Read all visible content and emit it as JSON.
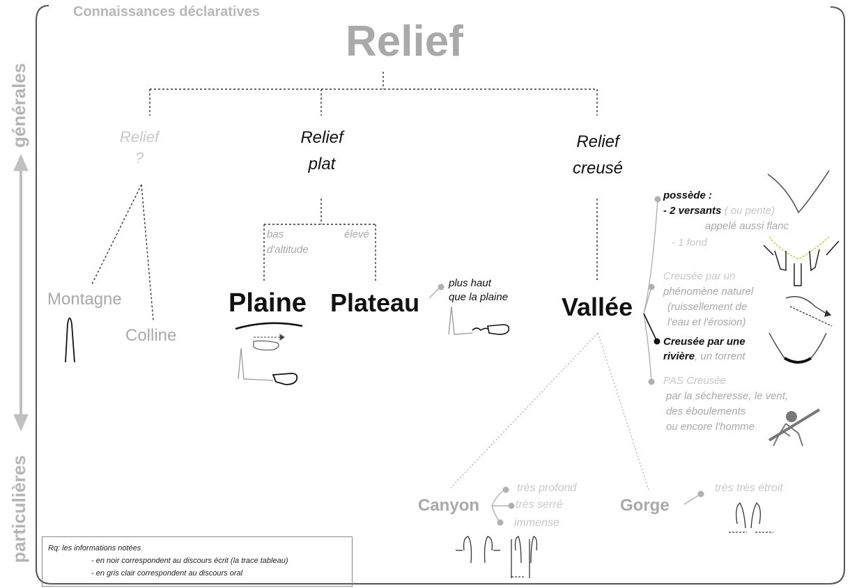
{
  "section_title": "Connaissances déclaratives",
  "main_title": "Relief",
  "axis": {
    "top_label": "générales",
    "bottom_label": "particulières"
  },
  "level1": {
    "unknown": [
      "Relief",
      "?"
    ],
    "flat": [
      "Relief",
      "plat"
    ],
    "hollow": [
      "Relief",
      "creusé"
    ]
  },
  "flat_branches": {
    "low": [
      "bas",
      "d'altitude"
    ],
    "high": "élevé"
  },
  "nodes": {
    "montagne": "Montagne",
    "colline": "Colline",
    "plaine": "Plaine",
    "plateau": "Plateau",
    "vallee": "Vallée",
    "canyon": "Canyon",
    "gorge": "Gorge"
  },
  "plateau_note": [
    "plus haut",
    "que la plaine"
  ],
  "vallee_notes": {
    "possede_label": "possède :",
    "versants_bold": "- 2 versants",
    "versants_extra": "( ou pente)",
    "flanc": "appelé aussi flanc",
    "fond": "- 1 fond",
    "natural": [
      "Creusée par un",
      "phénomène naturel",
      "(ruissellement de",
      "l'eau et l'érosion)"
    ],
    "river_bold_1": "Creusée par une",
    "river_bold_2": "rivière",
    "river_extra": ", un torrent",
    "not_caused": [
      "PAS Creusée",
      "par la sécheresse, le vent,",
      "des éboulements",
      "ou encore  l'homme"
    ]
  },
  "canyon_notes": [
    "très profond",
    "très serré",
    "immense"
  ],
  "gorge_note": "très très étroit",
  "legend": {
    "title": "Rq: les informations notées",
    "line1": "- en noir correspondent au discours écrit (la trace tableau)",
    "line2": "- en gris clair correspondent au discours oral"
  },
  "colors": {
    "black": "#111111",
    "gray": "#a9a9a9",
    "light_gray": "#c8c8c8",
    "frame": "#555555"
  }
}
